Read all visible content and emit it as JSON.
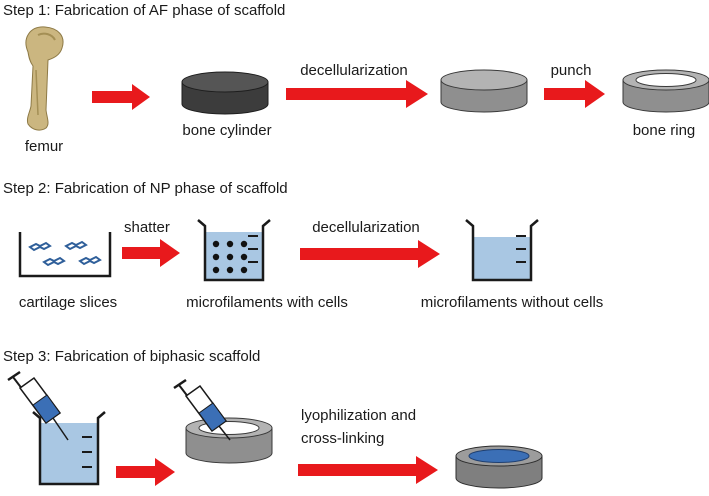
{
  "step1": {
    "title": "Step 1: Fabrication of AF phase of scaffold",
    "femur_label": "femur",
    "bone_cylinder_label": "bone cylinder",
    "decell_label": "decellularization",
    "punch_label": "punch",
    "bone_ring_label": "bone ring"
  },
  "step2": {
    "title": "Step 2: Fabrication of NP phase of scaffold",
    "cartilage_label": "cartilage slices",
    "shatter_label": "shatter",
    "with_cells_label": "microfilaments with cells",
    "decell_label": "decellularization",
    "without_cells_label": "microfilaments without cells"
  },
  "step3": {
    "title": "Step 3: Fabrication of biphasic scaffold",
    "lyo_label_line1": "lyophilization and",
    "lyo_label_line2": "cross-linking"
  },
  "colors": {
    "arrow": "#e8191c",
    "cylinder_dark": "#3c3c3c",
    "cylinder_gray": "#8f8f8f",
    "liquid": "#a9c7e3",
    "slice_blue": "#2f5f9a",
    "syringe_blue": "#3b6fb6",
    "bone": "#c9b47a"
  }
}
